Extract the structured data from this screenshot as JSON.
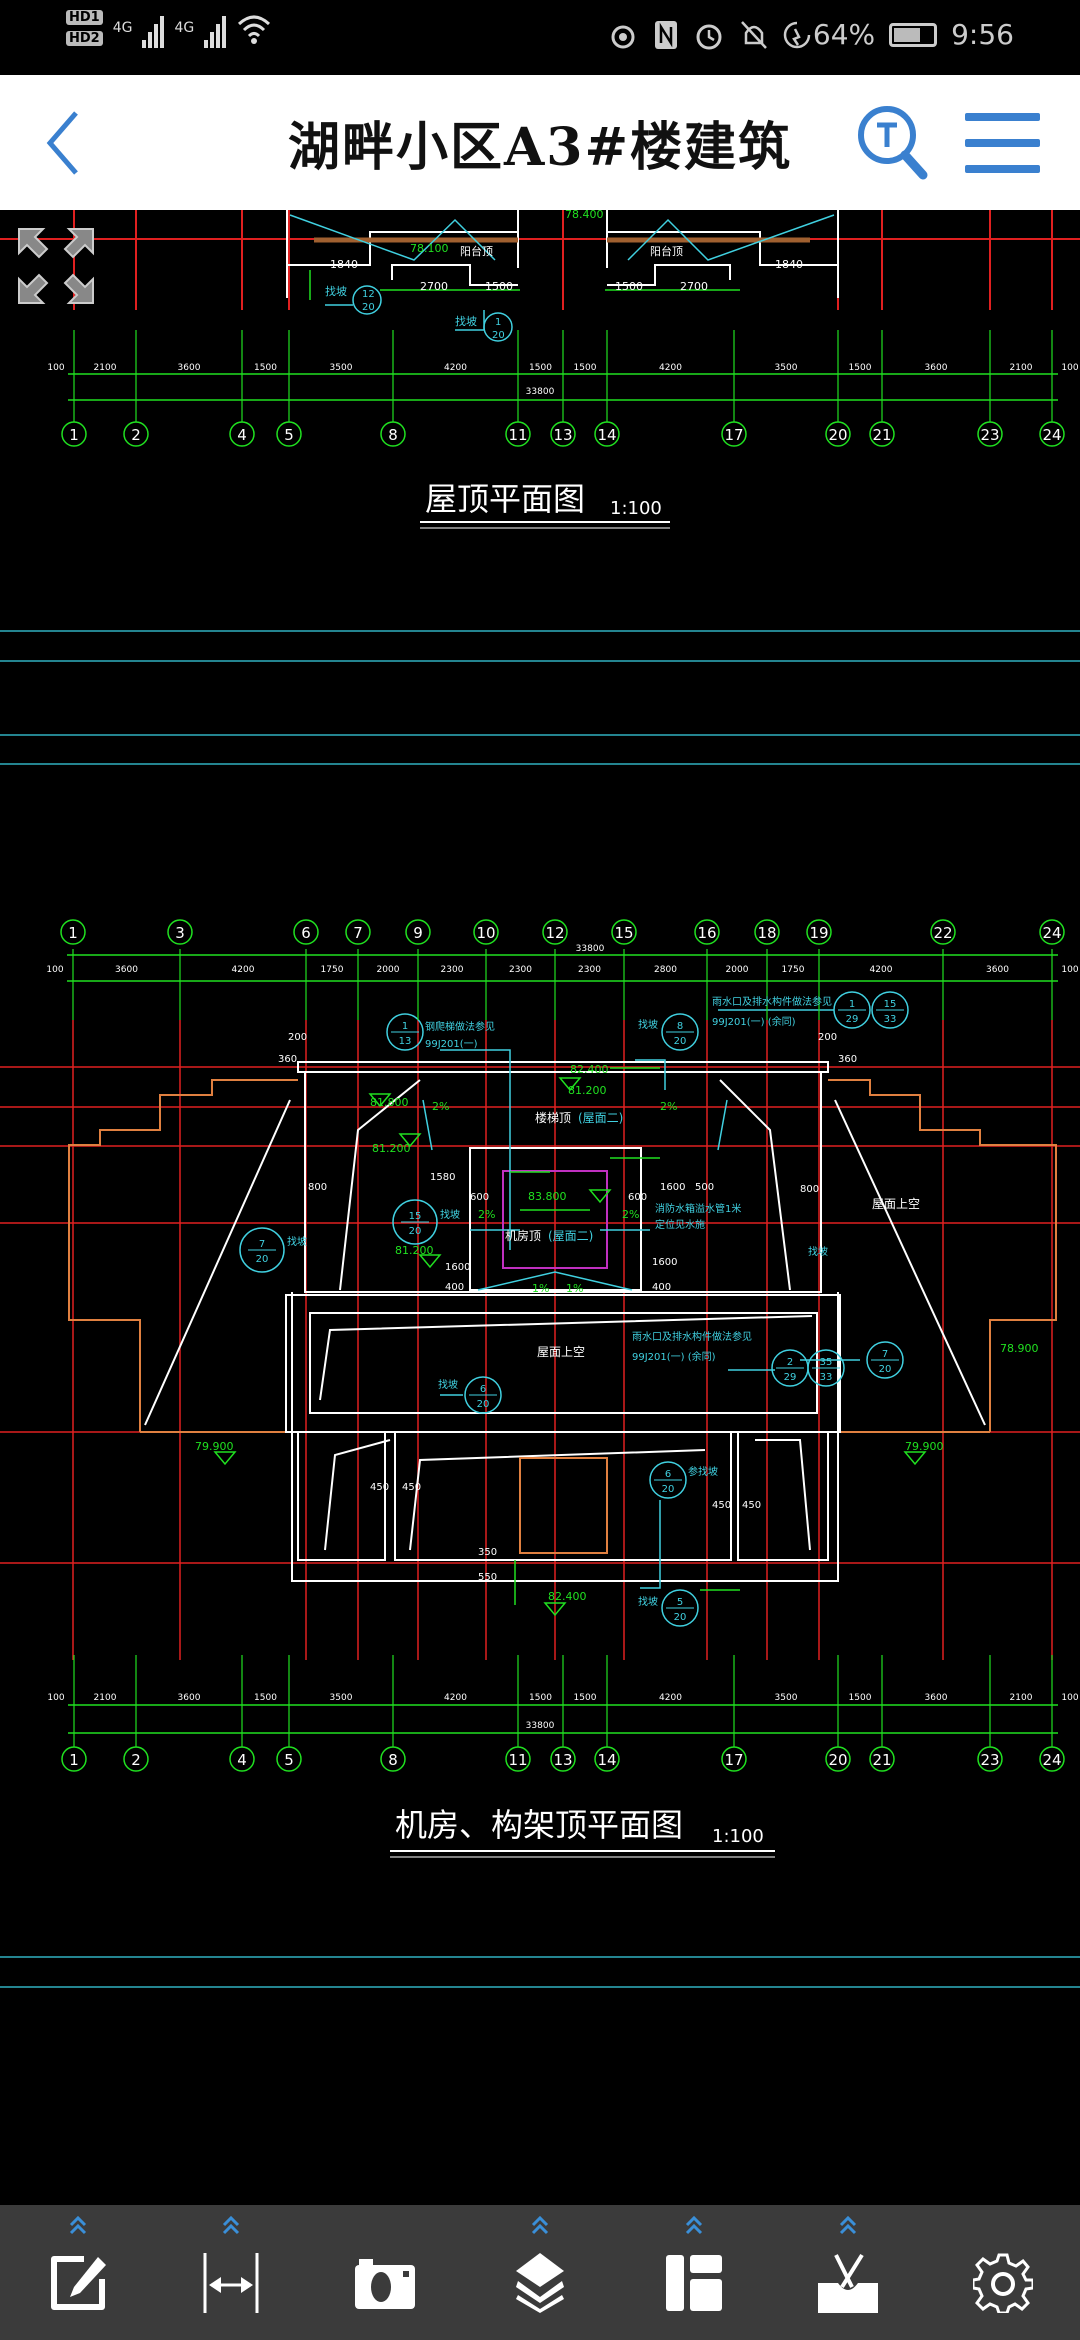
{
  "status_bar": {
    "sim1": "HD1",
    "sim2": "HD2",
    "net1": "4G",
    "net2": "4G",
    "battery": "64%",
    "battery_level": 0.64,
    "time": "9:56"
  },
  "header": {
    "title": "湖畔小区A3#楼建筑"
  },
  "colors": {
    "accent": "#3a80cf",
    "grid_red": "#ff2020",
    "dim_green": "#20e020",
    "cyan": "#40d0e0",
    "toolbar": "#3b3b3b"
  },
  "drawing1": {
    "title": "屋顶平面图",
    "scale": "1:100",
    "axes": [
      "1",
      "2",
      "4",
      "5",
      "8",
      "11",
      "13",
      "14",
      "17",
      "20",
      "21",
      "23",
      "24"
    ],
    "dims": [
      "100",
      "2100",
      "3600",
      "1500",
      "3500",
      "4200",
      "1500",
      "1500",
      "4200",
      "3500",
      "1500",
      "3600",
      "2100",
      "100"
    ],
    "total": "33800",
    "top_labels": {
      "balcony_l": "阳台顶",
      "balcony_r": "阳台顶",
      "elev1": "78.100",
      "elev2": "78.400",
      "d1840a": "1840",
      "d1840b": "1840",
      "d2700a": "2700",
      "d1500a": "1500",
      "d1500b": "1500",
      "d2700b": "2700",
      "slope_l": "找坡",
      "slope_m": "找坡",
      "ref1_top": "12",
      "ref1_bot": "20",
      "ref2_top": "1",
      "ref2_bot": "20"
    }
  },
  "drawing2": {
    "title": "机房、构架顶平面图",
    "scale": "1:100",
    "top_axes": [
      "1",
      "3",
      "6",
      "7",
      "9",
      "10",
      "12",
      "15",
      "16",
      "18",
      "19",
      "22",
      "24"
    ],
    "top_dims": [
      "100",
      "3600",
      "4200",
      "1750",
      "2000",
      "2300",
      "2300",
      "2300",
      "2800",
      "2000",
      "1750",
      "4200",
      "3600",
      "100"
    ],
    "top_total": "33800",
    "bottom_axes": [
      "1",
      "2",
      "4",
      "5",
      "8",
      "11",
      "13",
      "14",
      "17",
      "20",
      "21",
      "23",
      "24"
    ],
    "bottom_dims": [
      "100",
      "2100",
      "3600",
      "1500",
      "3500",
      "4200",
      "1500",
      "1500",
      "4200",
      "3500",
      "1500",
      "3600",
      "2100",
      "100"
    ],
    "bottom_total": "33800",
    "rooms": {
      "stair_top": "楼梯顶",
      "stair_roof": "(屋面二)",
      "machine_top": "机房顶",
      "machine_roof": "(屋面二)",
      "void_center": "屋面上空",
      "void_right": "屋面上空"
    },
    "elevations": {
      "e83800": "83.800",
      "e82400_top": "82.400",
      "e81200_a": "81.200",
      "e81800": "81.800",
      "e81200_b": "81.200",
      "e81200_c": "81.200",
      "e79900_l": "79.900",
      "e79900_r": "79.900",
      "e82400_bot": "82.400",
      "e78900": "78.900"
    },
    "notes": {
      "ladder": "钢爬梯做法参见",
      "ladder_std": "99J201(一)",
      "drain_top": "雨水口及排水构件做法参见",
      "drain_top_std": "99J201(一)  (余同)",
      "drain_mid": "雨水口及排水构件做法参见",
      "drain_mid_std": "99J201(一)  (余同)",
      "tank1": "消防水箱溢水管1米",
      "tank2": "定位见水施"
    },
    "slopes": {
      "s1": "2%",
      "s2": "2%",
      "s3": "2%",
      "s4": "2%",
      "s5": "1%",
      "s6": "1%"
    },
    "dims_misc": {
      "d800a": "800",
      "d800b": "800",
      "d1580": "1580",
      "d1600": "1600",
      "d500": "500",
      "d600a": "600",
      "d600b": "600",
      "d1600b": "1600",
      "d1600c": "1600",
      "d400a": "400",
      "d400b": "400",
      "d450a": "450",
      "d450b": "450",
      "d450c": "450",
      "d450d": "450",
      "d550": "550",
      "d350": "350",
      "d200a": "200",
      "d200b": "200",
      "d360a": "360",
      "d360b": "360"
    },
    "slope_tags": {
      "t1": "找坡",
      "t2": "找坡",
      "t3": "找坡",
      "t4": "找坡",
      "t5": "找坡",
      "t6": "参找坡",
      "t7": "找坡"
    },
    "refs": [
      {
        "top": "1",
        "bot": "13"
      },
      {
        "top": "8",
        "bot": "20"
      },
      {
        "top": "1",
        "bot": "29"
      },
      {
        "top": "15",
        "bot": "33"
      },
      {
        "top": "15",
        "bot": "20"
      },
      {
        "top": "7",
        "bot": "20"
      },
      {
        "top": "2",
        "bot": "29"
      },
      {
        "top": "35",
        "bot": "33"
      },
      {
        "top": "7",
        "bot": "20"
      },
      {
        "top": "6",
        "bot": "20"
      },
      {
        "top": "6",
        "bot": "20"
      },
      {
        "top": "5",
        "bot": "20"
      }
    ]
  },
  "toolbar": {
    "items": [
      {
        "name": "edit-note",
        "has_menu": true
      },
      {
        "name": "measure",
        "has_menu": true
      },
      {
        "name": "camera",
        "has_menu": false
      },
      {
        "name": "layers",
        "has_menu": true
      },
      {
        "name": "layout",
        "has_menu": true
      },
      {
        "name": "tools",
        "has_menu": true
      },
      {
        "name": "settings",
        "has_menu": false
      }
    ]
  }
}
